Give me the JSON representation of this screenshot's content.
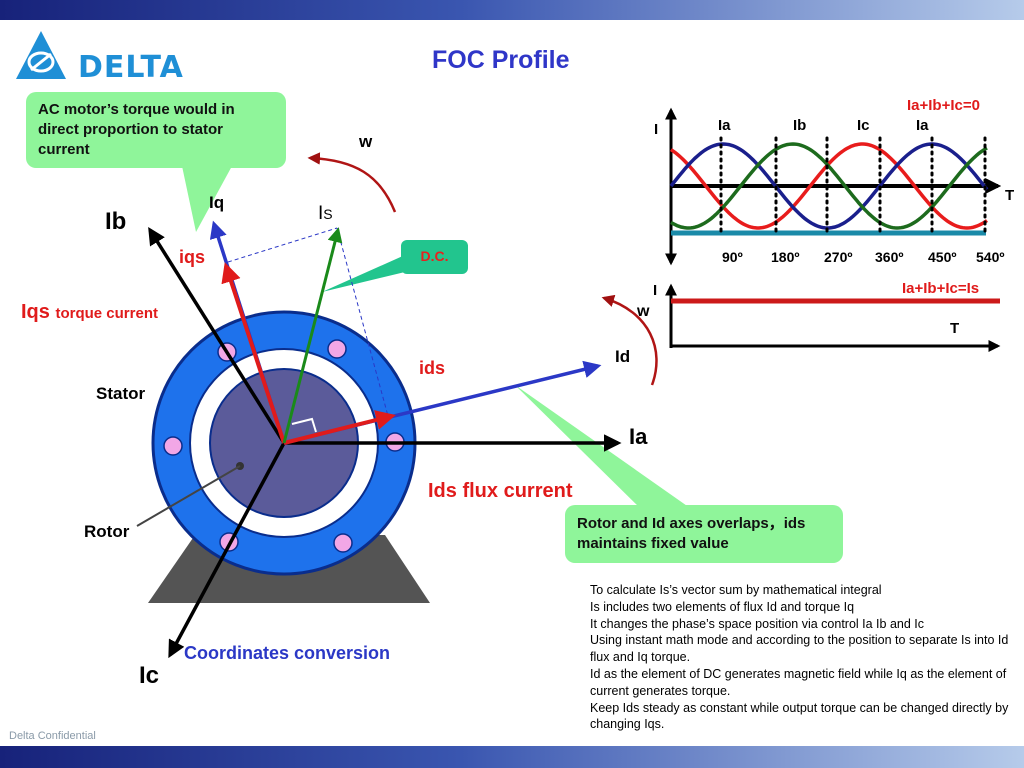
{
  "slide": {
    "title": "FOC Profile",
    "footer": "Delta Confidential",
    "colors": {
      "accent_red": "#e01b1b",
      "accent_blue": "#2b38c6",
      "stator_blue": "#1e72ec",
      "callout_green": "#8ff59a"
    }
  },
  "logo": {
    "text": "DELTA",
    "icon": "delta-triangle-logo"
  },
  "callouts": {
    "torque": "AC motor’s torque would in direct proportion to stator current",
    "overlap": "Rotor and Id axes overlaps，ids maintains fixed value",
    "dc": "D.C."
  },
  "vector_diagram": {
    "axis_ia": "Ia",
    "axis_ib": "Ib",
    "axis_ic": "Ic",
    "iq": "Iq",
    "is_main": "I",
    "is_sub": "S",
    "iqs": "iqs",
    "iqs_label_main": "Iqs",
    "iqs_label_sub": "torque current",
    "ids": "ids",
    "ids_label": "Ids flux current",
    "id": "Id",
    "w_top": "w",
    "w_right": "w",
    "stator": "Stator",
    "rotor": "Rotor",
    "coordinates": "Coordinates conversion"
  },
  "chart_data": [
    {
      "type": "line",
      "title": "Ia+Ib+Ic=0",
      "ylabel": "I",
      "xlabel": "T",
      "categories": [
        "90º",
        "180º",
        "270º",
        "360º",
        "450º",
        "540º"
      ],
      "phase_labels": [
        "Ia",
        "Ib",
        "Ic",
        "Ia"
      ],
      "series": [
        {
          "name": "Ia",
          "color": "#e81c1c"
        },
        {
          "name": "Ib",
          "color": "#1a1f8c"
        },
        {
          "name": "Ic",
          "color": "#1d6b1d"
        }
      ]
    },
    {
      "type": "line",
      "title": "Ia+Ib+Ic=Is",
      "ylabel": "I",
      "xlabel": "T"
    }
  ],
  "notes": [
    "To calculate Is’s vector sum by mathematical integral",
    "Is includes two elements of flux Id and torque Iq",
    "It changes the phase’s space position via control Ia Ib and Ic",
    "Using instant math mode and according to the position to separate Is into Id flux and Iq torque.",
    "Id as the element of DC generates magnetic field while Iq as the element of current generates torque.",
    "Keep Ids steady as constant while output torque can be changed directly by changing Iqs."
  ]
}
